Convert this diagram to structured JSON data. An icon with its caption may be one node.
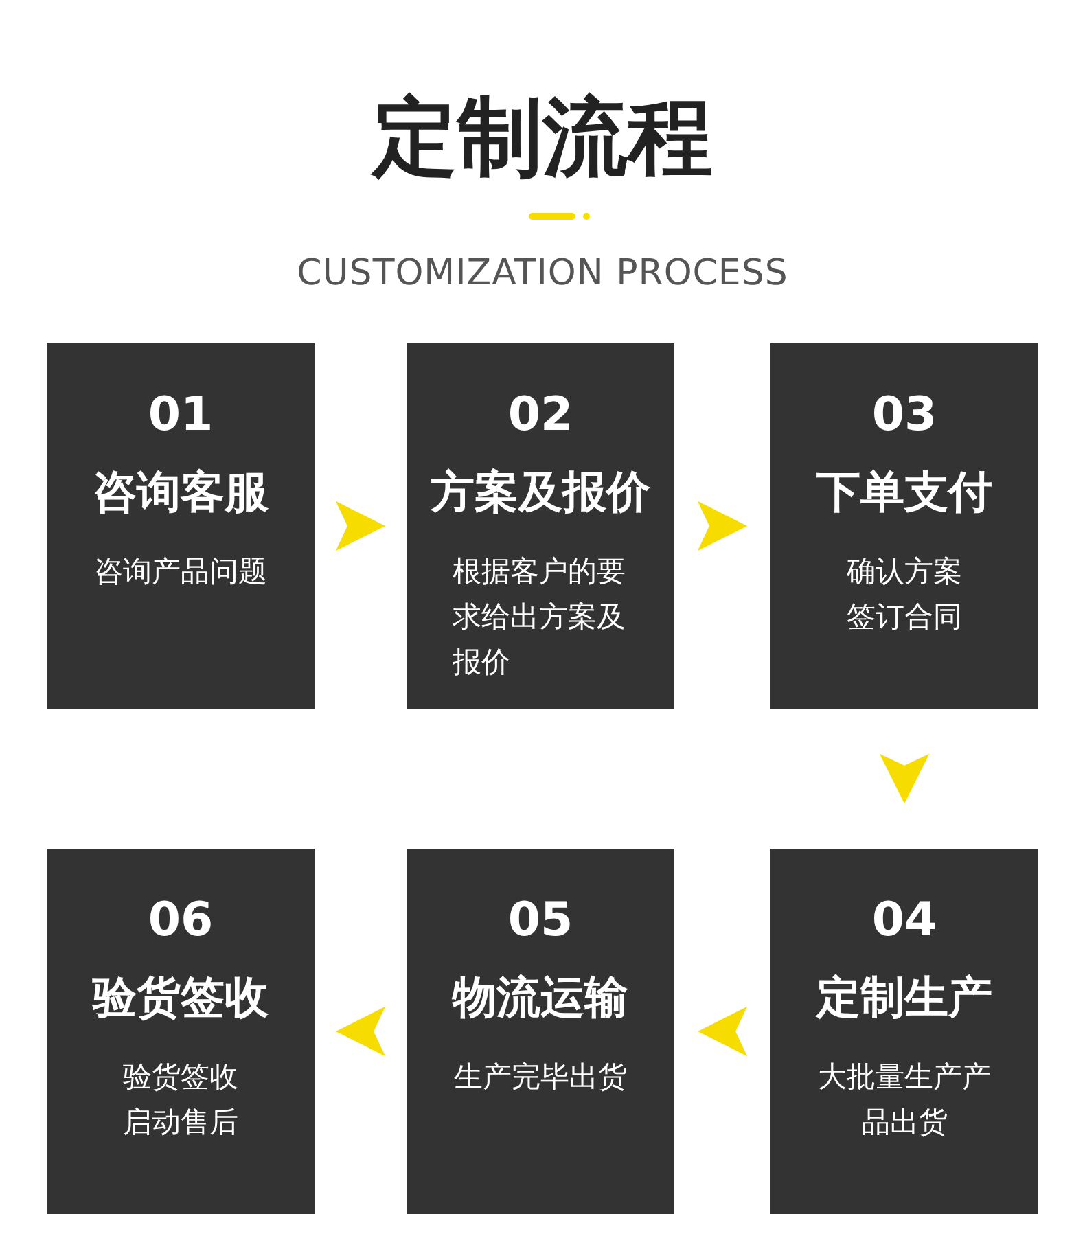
{
  "diagram": {
    "title": "定制流程",
    "nodes": [
      {
        "text": [
          "01",
          "咨询客服",
          "咨询产品问题"
        ]
      },
      {
        "text": [
          "02",
          "方案及报价",
          "根据客户的要求给出方案及报价"
        ]
      },
      {
        "text": [
          "03",
          "下单支付",
          "确认方案签订合同"
        ]
      },
      {
        "text": [
          "04",
          "定制生产",
          "大批量生产产品出货"
        ]
      },
      {
        "text": [
          "05",
          "物流运输",
          "生产完毕出货"
        ]
      },
      {
        "text": [
          "06",
          "验货签收",
          "验货签收启动售后"
        ]
      }
    ],
    "edges": [
      {
        "from": 0,
        "to": 1,
        "arrow": "to"
      },
      {
        "from": 1,
        "to": 2,
        "arrow": "to"
      },
      {
        "from": 2,
        "to": 3,
        "arrow": "to"
      },
      {
        "from": 3,
        "to": 4,
        "arrow": "to"
      },
      {
        "from": 4,
        "to": 5,
        "arrow": "to"
      }
    ],
    "labels": [
      "CUSTOMIZATION PROCESS"
    ]
  }
}
